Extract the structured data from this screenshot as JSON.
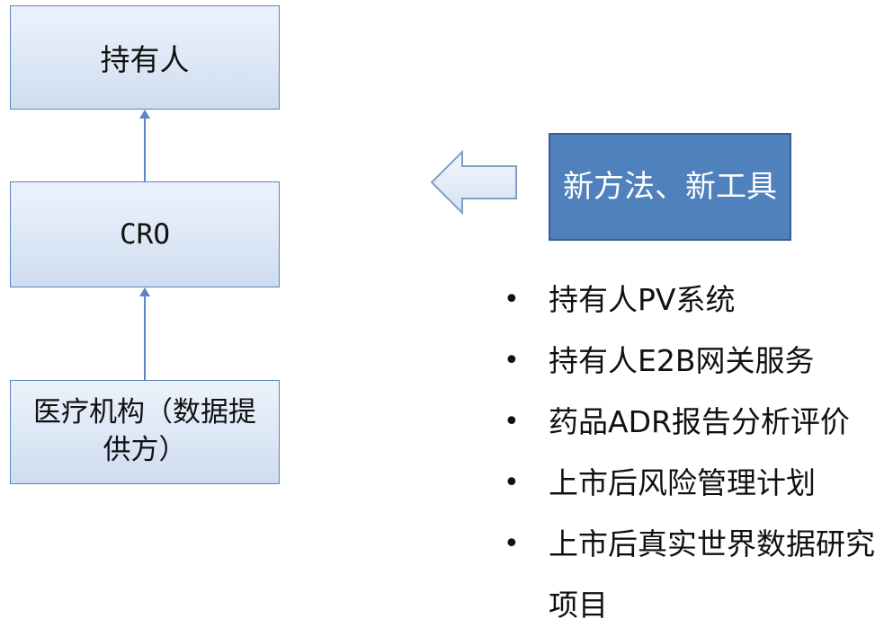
{
  "diagram": {
    "holder_label": "持有人",
    "cro_label": "CRO",
    "medical_label": "医疗机构（数据提供方）",
    "new_methods_label": "新方法、新工具",
    "bullet_symbol": "•",
    "items": [
      {
        "label": "持有人PV系统"
      },
      {
        "label": "持有人E2B网关服务"
      },
      {
        "label": "药品ADR报告分析评价"
      },
      {
        "label": "上市后风险管理计划"
      },
      {
        "label": "上市后真实世界数据研究项目"
      }
    ]
  },
  "colors": {
    "box_border": "#5b86bf",
    "box_fill_light": "#ecf2fb",
    "accent_box": "#4f81bd",
    "connector": "#5b86bf",
    "block_arrow_fill": "#e3ecf7",
    "block_arrow_stroke": "#7f9fcb"
  }
}
